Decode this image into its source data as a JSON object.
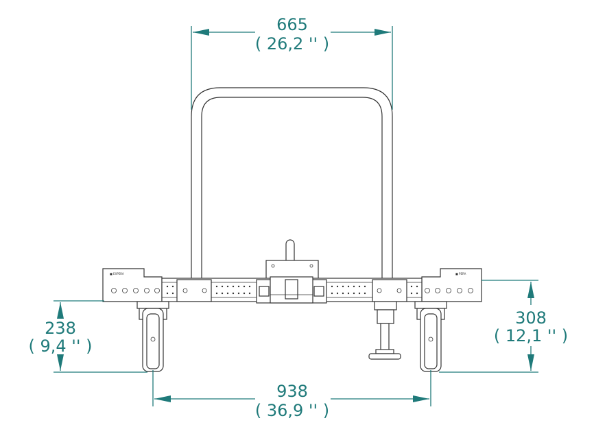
{
  "dimensions": {
    "top_width": {
      "mm": "665",
      "inch": "( 26,2 '' )"
    },
    "bottom_width": {
      "mm": "938",
      "inch": "( 36,9 '' )"
    },
    "left_height": {
      "mm": "238",
      "inch": "( 9,4 '' )"
    },
    "right_height": {
      "mm": "308",
      "inch": "( 12,1 '' )"
    }
  },
  "colors": {
    "dimension": "#1f7a7a",
    "outline": "#333333"
  }
}
